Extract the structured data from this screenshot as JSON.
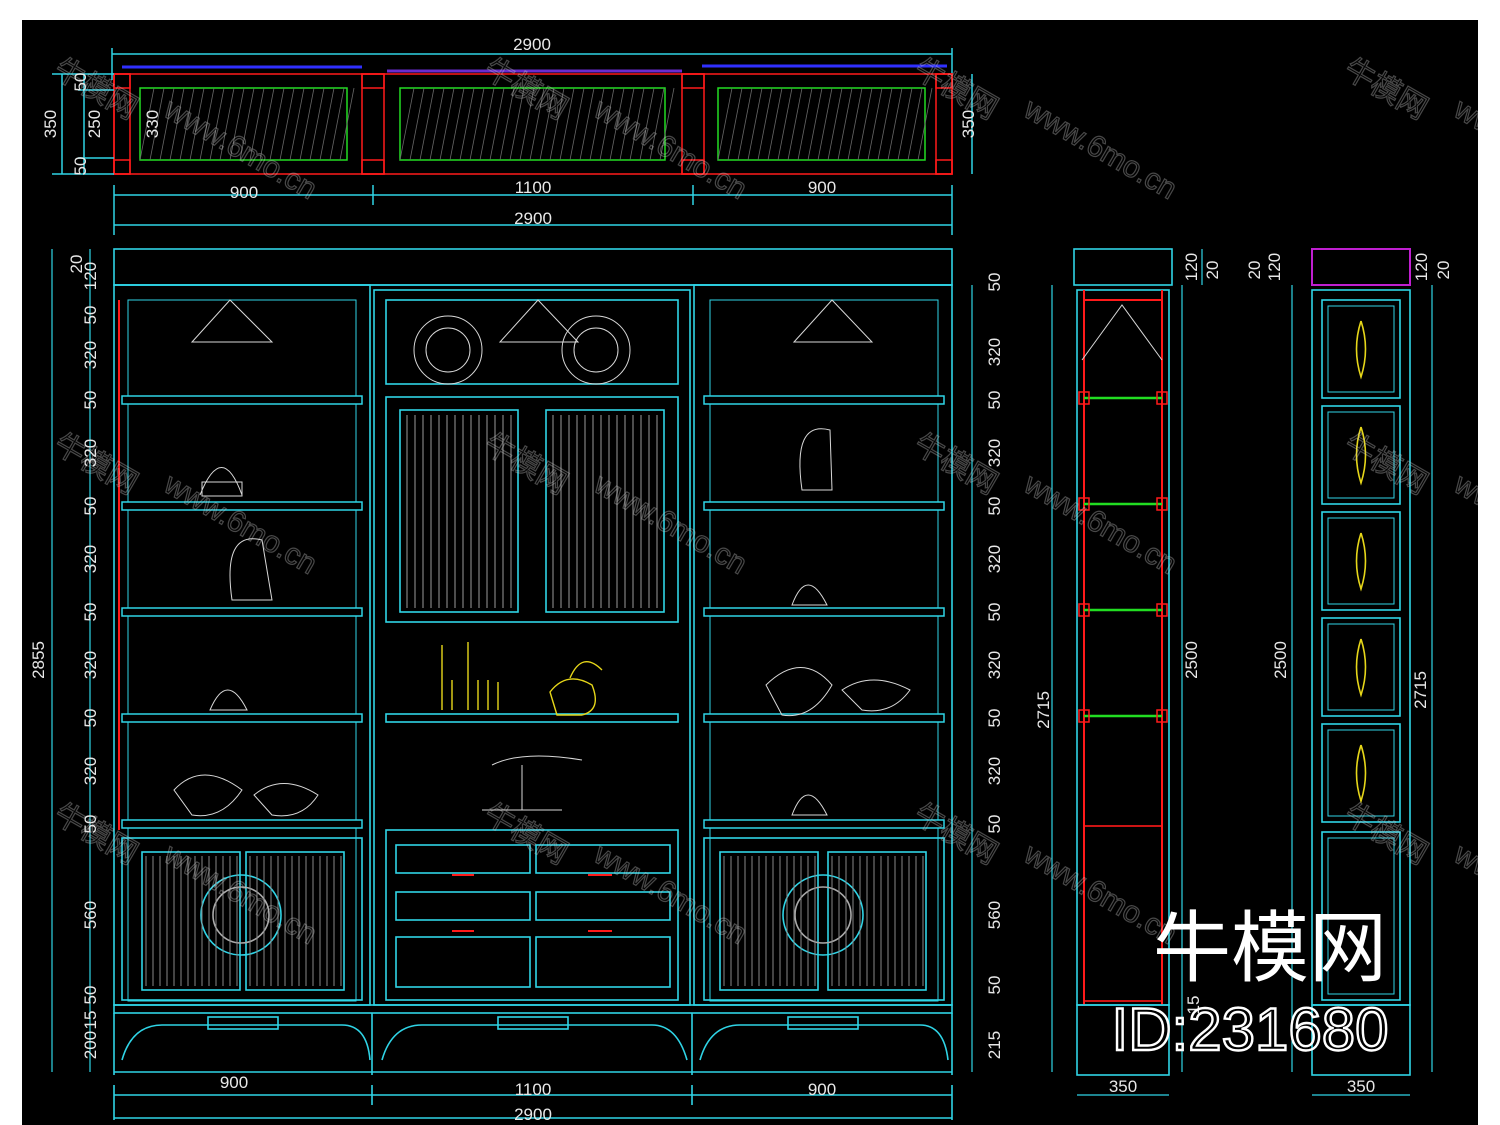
{
  "top_view": {
    "width_total": "2900",
    "height_total": "350",
    "height_mid": "250",
    "height_end": "50",
    "height_end2": "50",
    "inner_height": "330",
    "right_height": "350",
    "segments": [
      "900",
      "1100",
      "900"
    ],
    "width_total_below": "2900"
  },
  "front_view": {
    "total_height": "2855",
    "left_dims": [
      "20",
      "120",
      "50",
      "320",
      "50",
      "320",
      "50",
      "320",
      "50",
      "320",
      "50",
      "320",
      "50",
      "560",
      "50",
      "15",
      "200"
    ],
    "right_dims": [
      "50",
      "320",
      "50",
      "320",
      "50",
      "320",
      "50",
      "320",
      "50",
      "320",
      "50",
      "560",
      "50",
      "215"
    ],
    "bottom_segments": [
      "900",
      "1100",
      "900"
    ],
    "bottom_total": "2900"
  },
  "side_view_1": {
    "top_dims": [
      "120",
      "20"
    ],
    "height_inner": "2500",
    "height_total": "2715",
    "bottom_dim": "15",
    "width": "350"
  },
  "side_view_2": {
    "top_dims": [
      "20",
      "120",
      "120",
      "20"
    ],
    "height_inner": "2500",
    "height_total": "2715",
    "width": "350"
  },
  "watermark": {
    "brand": "牛模网",
    "url": "www.6mo.cn",
    "id_label": "ID:231680"
  },
  "colors": {
    "background": "#000000",
    "cyan": "#2fd4e6",
    "red": "#ff1a1a",
    "green": "#22dd22",
    "yellow": "#e6d619",
    "magenta": "#c01fd0",
    "blue": "#3030ff",
    "white": "#ffffff"
  }
}
